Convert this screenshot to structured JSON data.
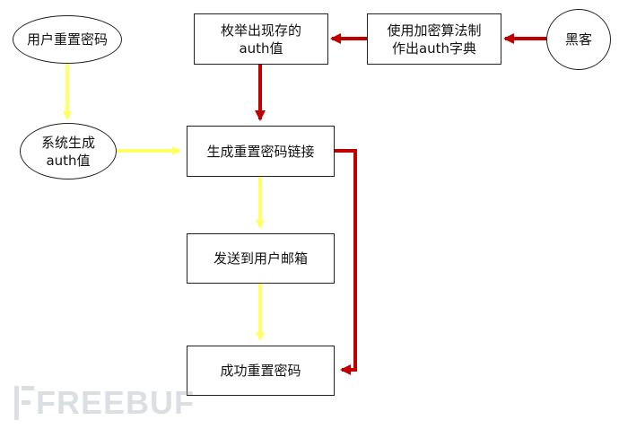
{
  "diagram": {
    "nodes": {
      "user_reset": "用户重置密码",
      "system_gen": "系统生成\nauth值",
      "enumerate": "枚举出现存的\nauth值",
      "encrypt_dict": "使用加密算法制\n作出auth字典",
      "hacker": "黑客",
      "gen_link": "生成重置密码链接",
      "send_email": "发送到用户邮箱",
      "success": "成功重置密码"
    },
    "colors": {
      "normal_flow": "#ffff66",
      "attack_flow": "#c00000",
      "node_border": "#222222"
    }
  },
  "watermark": {
    "text": "FREEBUF"
  }
}
